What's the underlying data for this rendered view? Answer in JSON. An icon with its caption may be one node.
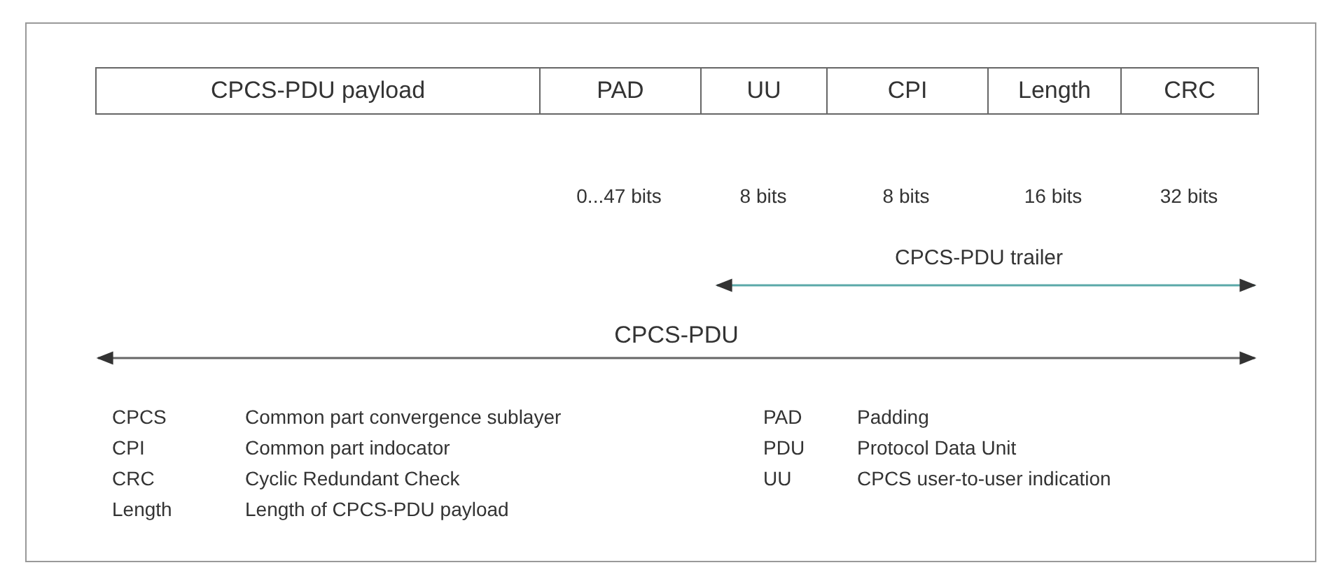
{
  "diagram": {
    "nodes": [
      {
        "text": [
          "CPCS-PDU payload"
        ]
      },
      {
        "text": [
          "PAD"
        ]
      },
      {
        "text": [
          "UU"
        ]
      },
      {
        "text": [
          "CPI"
        ]
      },
      {
        "text": [
          "Length"
        ]
      },
      {
        "text": [
          "CRC"
        ]
      }
    ],
    "labels": [
      "0...47 bits",
      "8 bits",
      "8 bits",
      "16 bits",
      "32 bits",
      "CPCS-PDU trailer",
      "CPCS-PDU",
      "CPCS",
      "Common part convergence sublayer",
      "PAD",
      "Padding",
      "CPI",
      "Common part indocator",
      "PDU",
      "Protocol Data Unit",
      "CRC",
      "Cyclic Redundant Check",
      "UU",
      "CPCS user-to-user indication",
      "Length",
      "Length of CPCS-PDU payload"
    ]
  }
}
